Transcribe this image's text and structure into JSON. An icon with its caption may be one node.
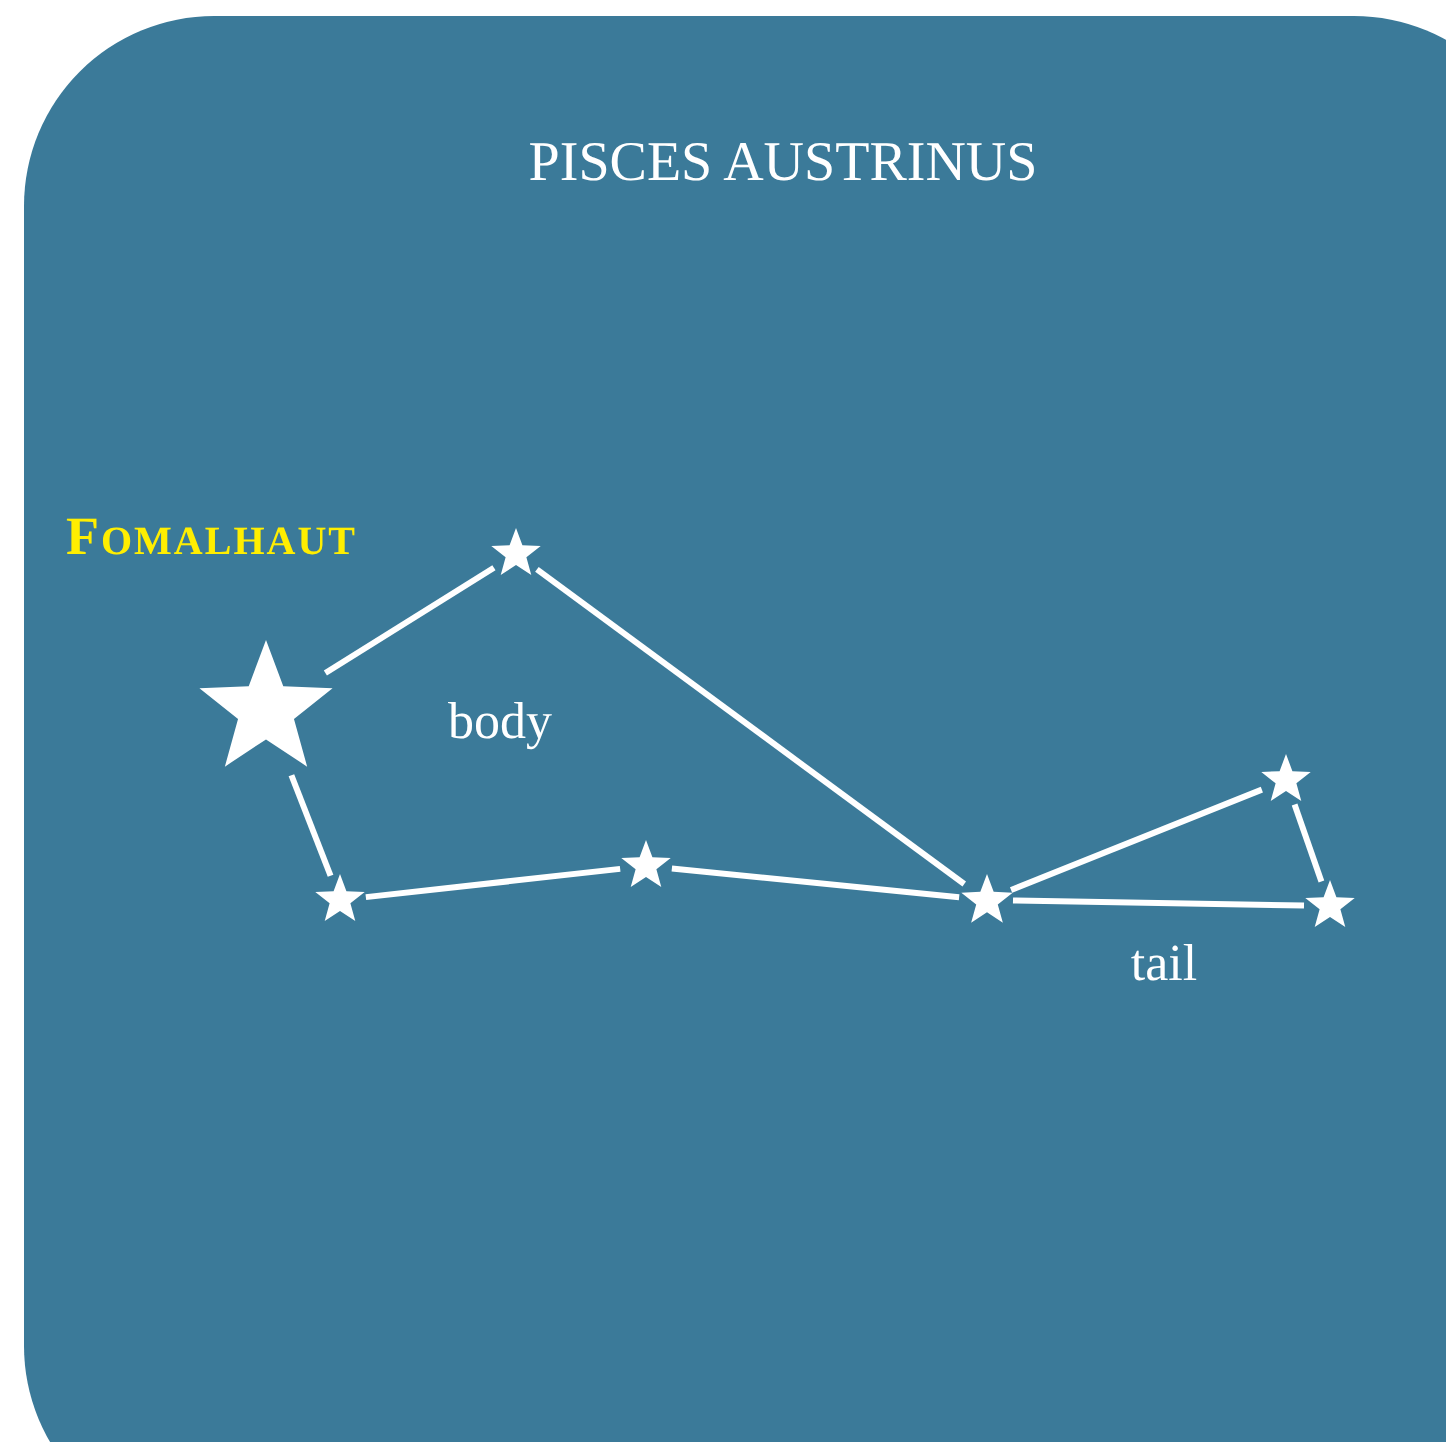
{
  "diagram": {
    "title": "PISCES AUSTRINUS",
    "nodes": [
      {
        "text": [],
        "shape": "star",
        "beside": [
          "FOMALHAUT"
        ]
      },
      {
        "text": [],
        "shape": "star"
      },
      {
        "text": [],
        "shape": "star"
      },
      {
        "text": [],
        "shape": "star"
      },
      {
        "text": [],
        "shape": "star"
      },
      {
        "text": [],
        "shape": "star"
      },
      {
        "text": [],
        "shape": "star"
      }
    ],
    "edges": [
      {
        "from": 0,
        "to": 1,
        "arrow": "none"
      },
      {
        "from": 1,
        "to": 4,
        "arrow": "none"
      },
      {
        "from": 0,
        "to": 2,
        "arrow": "none"
      },
      {
        "from": 2,
        "to": 3,
        "arrow": "none"
      },
      {
        "from": 3,
        "to": 4,
        "arrow": "none"
      },
      {
        "from": 4,
        "to": 5,
        "arrow": "none"
      },
      {
        "from": 5,
        "to": 6,
        "arrow": "none"
      },
      {
        "from": 4,
        "to": 6,
        "arrow": "none"
      }
    ],
    "labels": [
      "body",
      "tail"
    ]
  }
}
